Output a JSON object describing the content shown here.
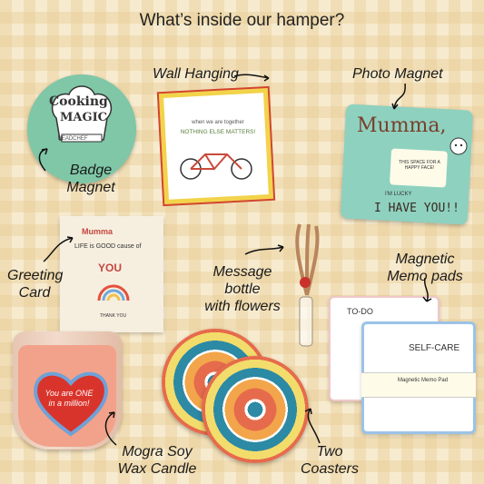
{
  "title": "What’s inside our hamper?",
  "items": {
    "badge": {
      "label_line1": "Badge",
      "label_line2": "Magnet",
      "text_line1": "Cooking",
      "text_line2": "MAGIC",
      "small_text": "HEADCHEF"
    },
    "wall": {
      "label": "Wall Hanging",
      "text_line1": "when we are together",
      "text_line2": "NOTHING ELSE MATTERS!"
    },
    "photo": {
      "label": "Photo Magnet",
      "title": "Mumma,",
      "space_text": "THIS SPACE FOR A HAPPY FACE!",
      "lucky": "I'M LUCKY",
      "have": "I HAVE YOU!!"
    },
    "card": {
      "label_line1": "Greeting",
      "label_line2": "Card",
      "text_title": "Mumma",
      "text_body": "LIFE is GOOD cause of",
      "text_you": "YOU",
      "text_thanks": "THANK YOU"
    },
    "bottle": {
      "label_line1": "Message",
      "label_line2": "bottle",
      "label_line3": "with flowers"
    },
    "memo": {
      "label_line1": "Magnetic",
      "label_line2": "Memo pads",
      "todo": "TO-DO",
      "selfcare": "SELF-CARE",
      "band": "Magnetic Memo Pad"
    },
    "candle": {
      "label_line1": "Mogra Soy",
      "label_line2": "Wax Candle",
      "text": "You are ONE in a million!"
    },
    "coasters": {
      "label_line1": "Two",
      "label_line2": "Coasters"
    }
  },
  "colors": {
    "background": "#f7ebcf",
    "check": "#e8cd96",
    "badge": "#7fc7a7",
    "photo": "#8ed1bf",
    "candle_heart": "#d9342b"
  }
}
